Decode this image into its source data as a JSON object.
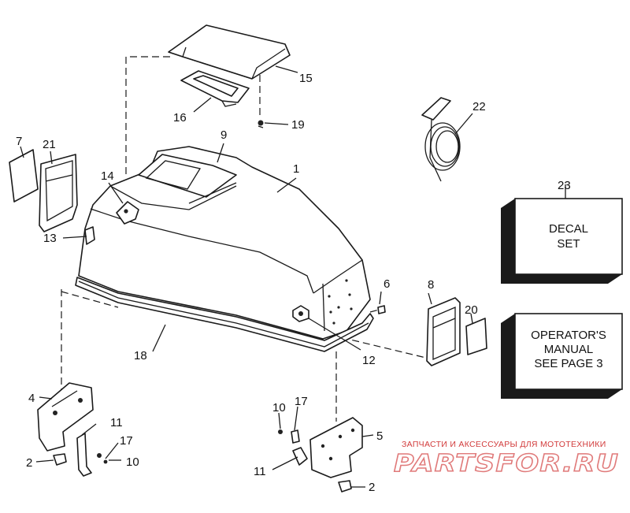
{
  "labels": [
    {
      "id": "1",
      "text": "1"
    },
    {
      "id": "2a",
      "text": "2"
    },
    {
      "id": "2b",
      "text": "2"
    },
    {
      "id": "4",
      "text": "4"
    },
    {
      "id": "5",
      "text": "5"
    },
    {
      "id": "6",
      "text": "6"
    },
    {
      "id": "7",
      "text": "7"
    },
    {
      "id": "8",
      "text": "8"
    },
    {
      "id": "9",
      "text": "9"
    },
    {
      "id": "10a",
      "text": "10"
    },
    {
      "id": "10b",
      "text": "10"
    },
    {
      "id": "11a",
      "text": "11"
    },
    {
      "id": "11b",
      "text": "11"
    },
    {
      "id": "12",
      "text": "12"
    },
    {
      "id": "13",
      "text": "13"
    },
    {
      "id": "14",
      "text": "14"
    },
    {
      "id": "15",
      "text": "15"
    },
    {
      "id": "16",
      "text": "16"
    },
    {
      "id": "17a",
      "text": "17"
    },
    {
      "id": "17b",
      "text": "17"
    },
    {
      "id": "18",
      "text": "18"
    },
    {
      "id": "19",
      "text": "19"
    },
    {
      "id": "20",
      "text": "20"
    },
    {
      "id": "21",
      "text": "21"
    },
    {
      "id": "22",
      "text": "22"
    },
    {
      "id": "23",
      "text": "23"
    }
  ],
  "decal_box": {
    "line1": "DECAL",
    "line2": "SET"
  },
  "manual_box": {
    "line1": "OPERATOR'S",
    "line2": "MANUAL",
    "line3": "SEE PAGE 3"
  },
  "watermark": {
    "tagline": "ЗАПЧАСТИ И АКСЕССУАРЫ ДЛЯ МОТОТЕХНИКИ",
    "logo_text": "PARTSFOR.RU"
  }
}
